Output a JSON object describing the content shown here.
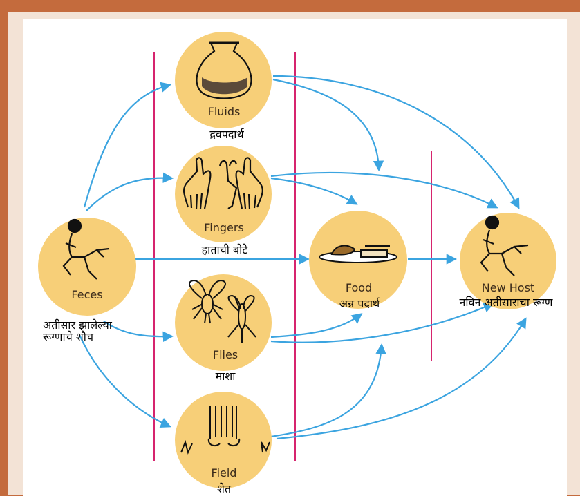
{
  "nodes": {
    "feces": {
      "label_en": "Feces",
      "label_mr": "अतीसार झालेल्या\nरूग्णाचे शौच"
    },
    "fluids": {
      "label_en": "Fluids",
      "label_mr": "द्रवपदार्थ"
    },
    "fingers": {
      "label_en": "Fingers",
      "label_mr": "हाताची बोटे"
    },
    "flies": {
      "label_en": "Flies",
      "label_mr": "माशा"
    },
    "field": {
      "label_en": "Field",
      "label_mr": "शेत"
    },
    "food": {
      "label_en": "Food",
      "label_mr": "अन्न पदार्थ"
    },
    "newhost": {
      "label_en": "New Host",
      "label_mr": "नविन अतीसाराचा रूग्ण"
    }
  },
  "colors": {
    "frame": "#c46b3d",
    "background_panel": "#f3e3d6",
    "circle_fill": "#f7cf78",
    "arrow": "#3ba4e0",
    "barrier_line": "#d6246e"
  }
}
